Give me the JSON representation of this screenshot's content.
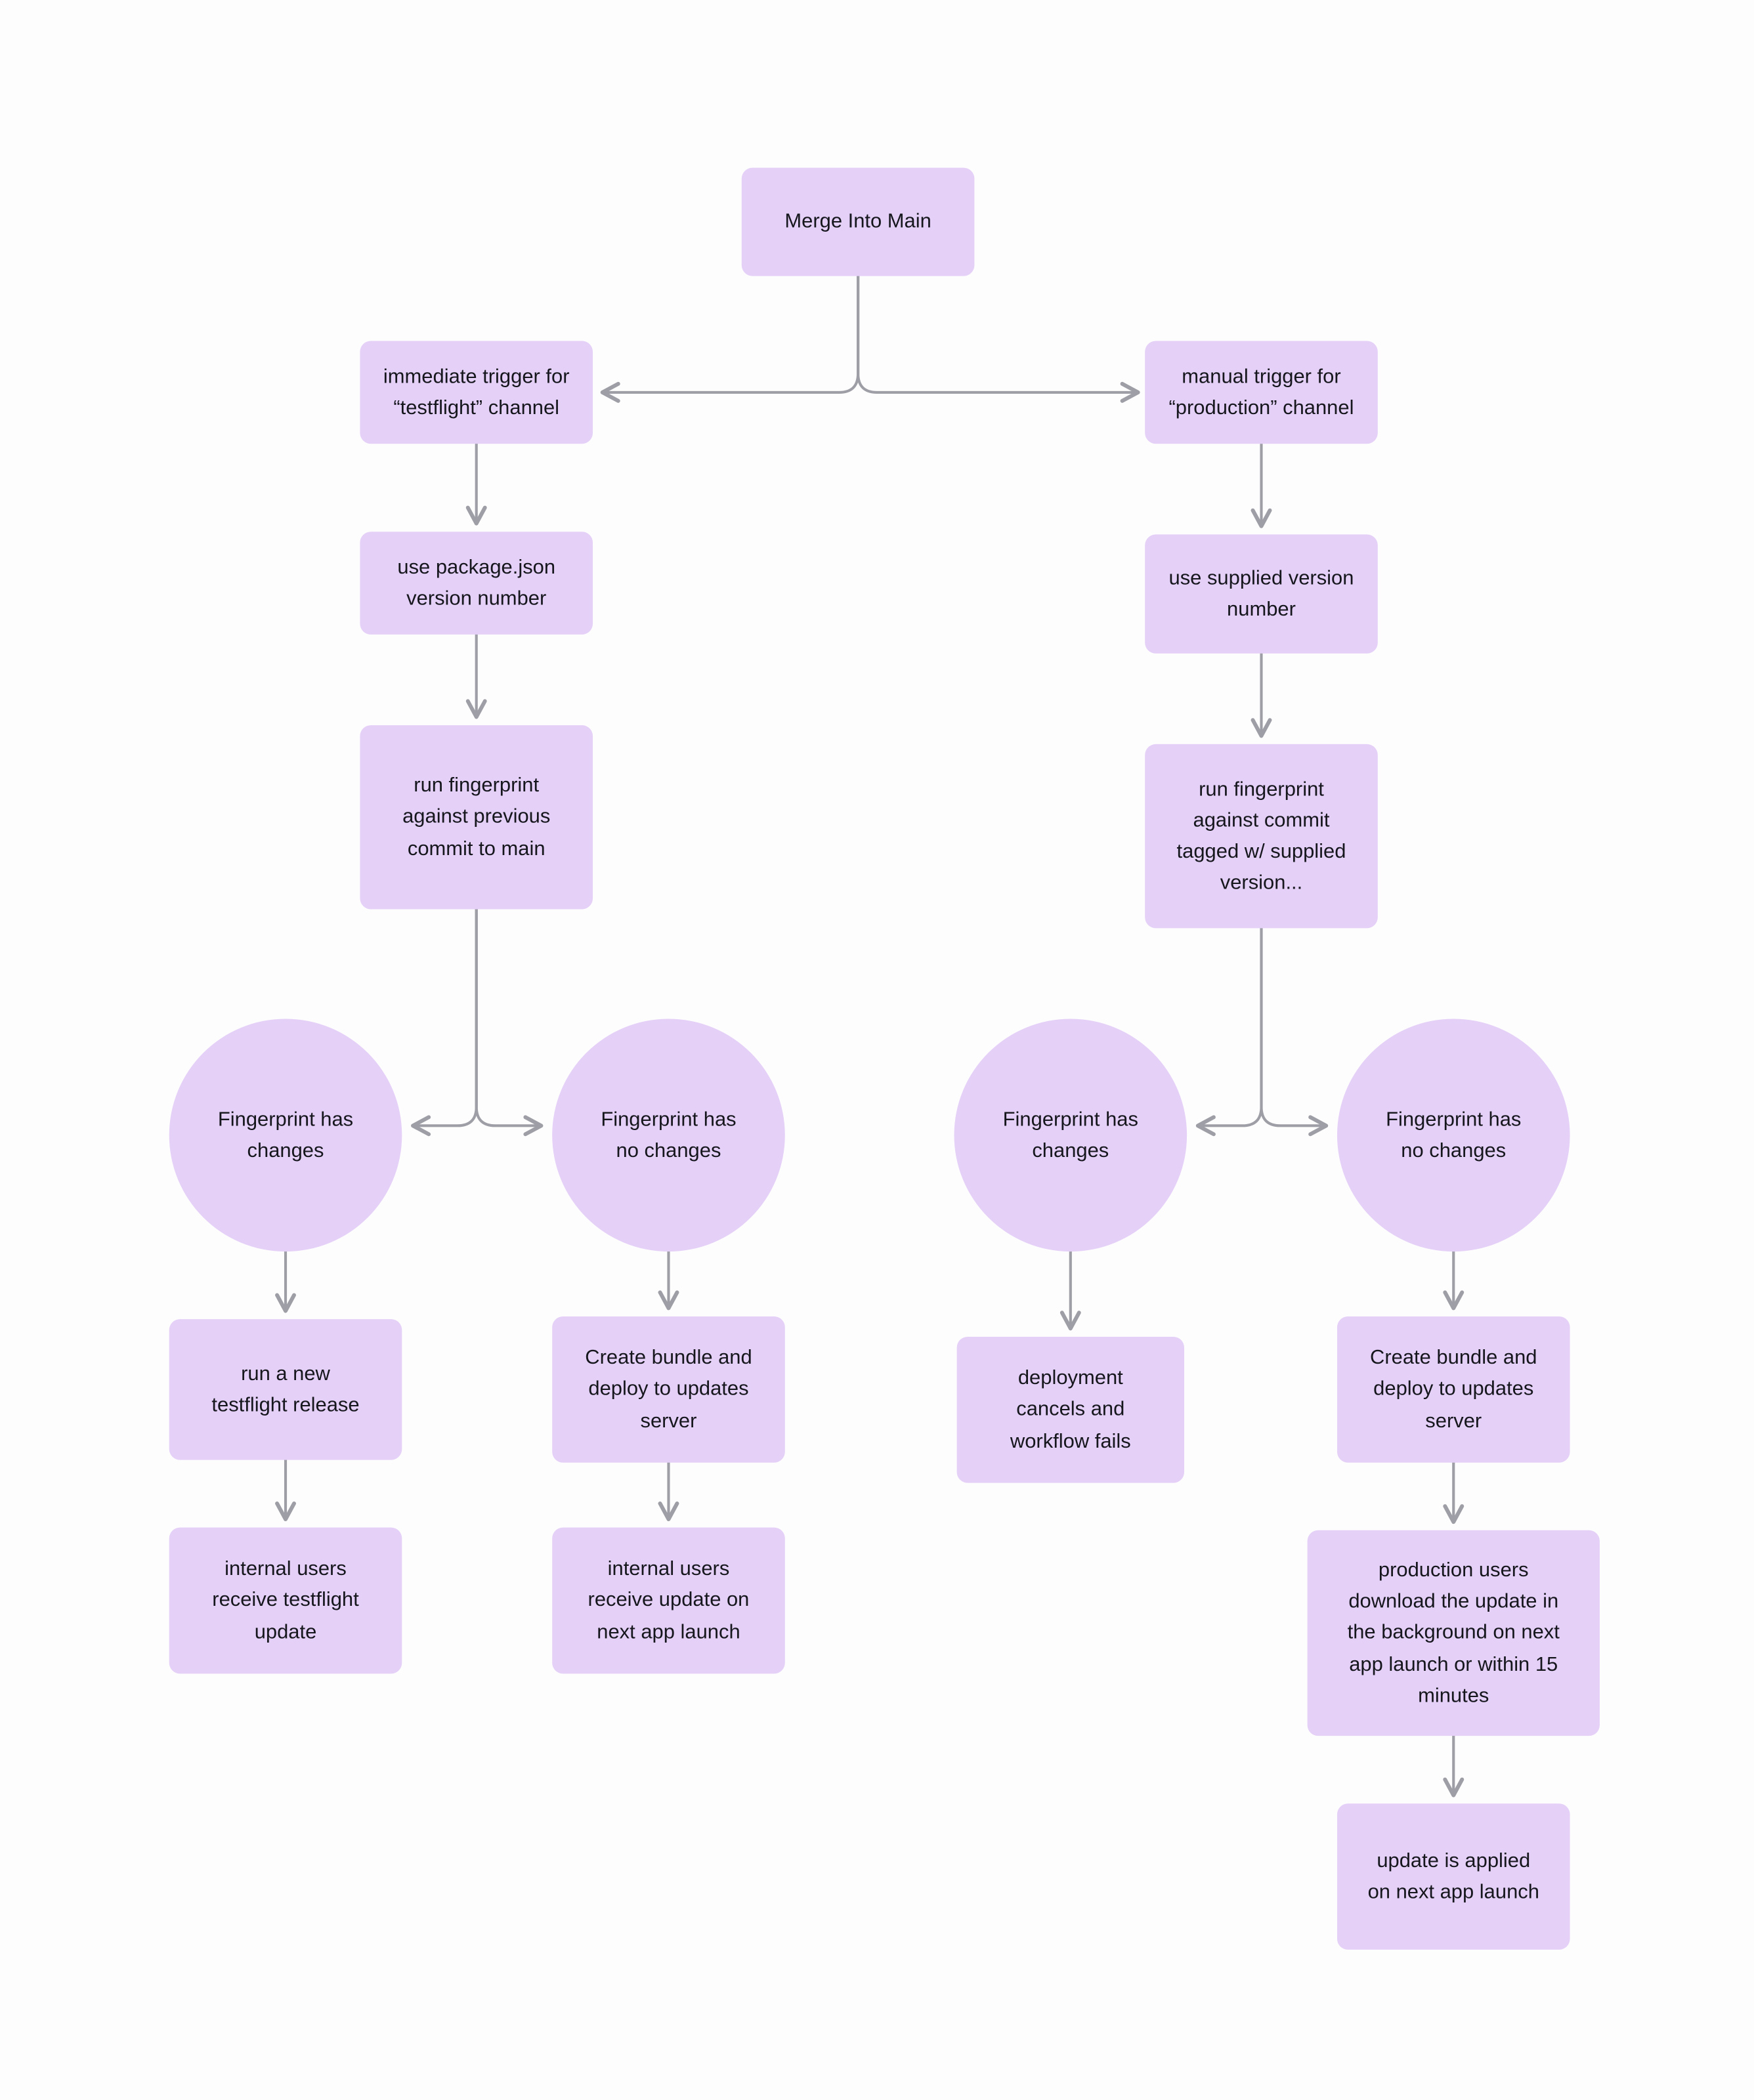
{
  "colors": {
    "node_fill": "#e5d0f8",
    "edge_stroke": "#9e9ea6",
    "text_color": "#16161d",
    "page_background": "#fdfdfd"
  },
  "diagram": {
    "type": "flowchart",
    "nodes": {
      "merge": {
        "label": "Merge Into Main",
        "shape": "rect"
      },
      "testflight_trigger": {
        "label": "immediate trigger for\n“testflight” channel",
        "shape": "rect"
      },
      "production_trigger": {
        "label": "manual trigger for\n“production” channel",
        "shape": "rect"
      },
      "package_version": {
        "label": "use package.json\nversion number",
        "shape": "rect"
      },
      "supplied_version": {
        "label": "use supplied version\nnumber",
        "shape": "rect"
      },
      "fingerprint_previous": {
        "label": "run fingerprint\nagainst previous\ncommit to main",
        "shape": "rect"
      },
      "fingerprint_tagged": {
        "label": "run fingerprint\nagainst commit\ntagged w/ supplied\nversion...",
        "shape": "rect"
      },
      "testflight_changes": {
        "label": "Fingerprint has\nchanges",
        "shape": "circle"
      },
      "testflight_no_changes": {
        "label": "Fingerprint has\nno changes",
        "shape": "circle"
      },
      "production_changes": {
        "label": "Fingerprint has\nchanges",
        "shape": "circle"
      },
      "production_no_changes": {
        "label": "Fingerprint has\nno changes",
        "shape": "circle"
      },
      "testflight_release": {
        "label": "run a new\ntestflight release",
        "shape": "rect"
      },
      "testflight_bundle": {
        "label": "Create bundle and\ndeploy to updates\nserver",
        "shape": "rect"
      },
      "deployment_cancel": {
        "label": "deployment\ncancels and\nworkflow fails",
        "shape": "rect"
      },
      "production_bundle": {
        "label": "Create bundle and\ndeploy to updates\nserver",
        "shape": "rect"
      },
      "internal_testflight_update": {
        "label": "internal users\nreceive testflight\nupdate",
        "shape": "rect"
      },
      "internal_next_launch": {
        "label": "internal users\nreceive update on\nnext app launch",
        "shape": "rect"
      },
      "production_download": {
        "label": "production users\ndownload the update in\nthe background on next\napp launch or within 15\nminutes",
        "shape": "rect"
      },
      "update_applied": {
        "label": "update is applied\non next app launch",
        "shape": "rect"
      }
    },
    "edges": [
      {
        "from": "merge",
        "to": "testflight_trigger"
      },
      {
        "from": "merge",
        "to": "production_trigger"
      },
      {
        "from": "testflight_trigger",
        "to": "package_version"
      },
      {
        "from": "package_version",
        "to": "fingerprint_previous"
      },
      {
        "from": "fingerprint_previous",
        "to": "testflight_changes"
      },
      {
        "from": "fingerprint_previous",
        "to": "testflight_no_changes"
      },
      {
        "from": "testflight_changes",
        "to": "testflight_release"
      },
      {
        "from": "testflight_release",
        "to": "internal_testflight_update"
      },
      {
        "from": "testflight_no_changes",
        "to": "testflight_bundle"
      },
      {
        "from": "testflight_bundle",
        "to": "internal_next_launch"
      },
      {
        "from": "production_trigger",
        "to": "supplied_version"
      },
      {
        "from": "supplied_version",
        "to": "fingerprint_tagged"
      },
      {
        "from": "fingerprint_tagged",
        "to": "production_changes"
      },
      {
        "from": "fingerprint_tagged",
        "to": "production_no_changes"
      },
      {
        "from": "production_changes",
        "to": "deployment_cancel"
      },
      {
        "from": "production_no_changes",
        "to": "production_bundle"
      },
      {
        "from": "production_bundle",
        "to": "production_download"
      },
      {
        "from": "production_download",
        "to": "update_applied"
      }
    ]
  }
}
